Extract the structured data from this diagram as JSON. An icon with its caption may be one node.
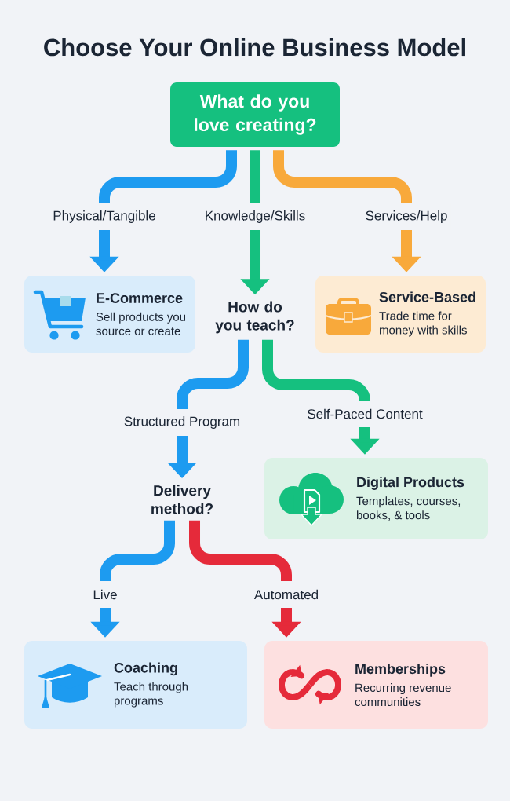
{
  "diagram": {
    "title": "Choose Your Online Business Model",
    "nodes": [
      {
        "text": [
          "What do you love creating?"
        ]
      },
      {
        "text": [
          "E-Commerce",
          "Sell products you source or create"
        ]
      },
      {
        "text": [
          "How do you teach?"
        ]
      },
      {
        "text": [
          "Service-Based",
          "Trade time for money with skills"
        ]
      },
      {
        "text": [
          "Delivery method?"
        ]
      },
      {
        "text": [
          "Digital Products",
          "Templates, courses, books, & tools"
        ]
      },
      {
        "text": [
          "Coaching",
          "Teach through programs"
        ]
      },
      {
        "text": [
          "Memberships",
          "Recurring revenue communities"
        ]
      }
    ],
    "edges": [
      {
        "from": 0,
        "to": 1,
        "arrow": "to",
        "label": "Physical/Tangible"
      },
      {
        "from": 0,
        "to": 2,
        "arrow": "to",
        "label": "Knowledge/Skills",
        "color": "#15c07f"
      },
      {
        "from": 0,
        "to": 3,
        "arrow": "to",
        "label": "Services/Help",
        "color": "#f8a93b"
      },
      {
        "from": 2,
        "to": 4,
        "arrow": "to",
        "label": "Structured Program"
      },
      {
        "from": 2,
        "to": 5,
        "arrow": "to",
        "label": "Self-Paced Content",
        "color": "#15c07f"
      },
      {
        "from": 4,
        "to": 6,
        "arrow": "to",
        "label": "Live"
      },
      {
        "from": 4,
        "to": 7,
        "arrow": "to",
        "label": "Automated",
        "color": "#e52a3a"
      }
    ]
  }
}
